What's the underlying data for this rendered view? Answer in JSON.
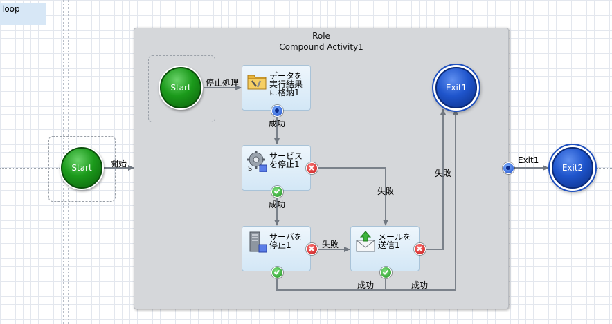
{
  "loop_label": "loop",
  "role": {
    "title": "Role",
    "subtitle": "Compound Activity1"
  },
  "nodes": {
    "outer_start": "Start",
    "inner_start": "Start",
    "exit1": "Exit1",
    "exit2": "Exit2"
  },
  "tasks": {
    "store_data": "データを\n実行結果\nに格納1",
    "stop_service": "サービス\nを停止1",
    "stop_server": "サーバを\n停止1",
    "send_mail": "メールを\n送信1"
  },
  "edge_labels": {
    "start_to_role": "開始",
    "inner_start_to_store": "停止処理",
    "store_to_service": "成功",
    "service_to_server": "成功",
    "service_fail_to_mail": "失敗",
    "server_fail_to_mail": "失敗",
    "mail_fail_to_exit1": "失敗",
    "server_success": "成功",
    "mail_success": "成功",
    "role_to_exit2": "Exit1"
  },
  "colors": {
    "success": "#1e8f1e",
    "failure": "#c01414",
    "output_port": "#1b49c8"
  }
}
